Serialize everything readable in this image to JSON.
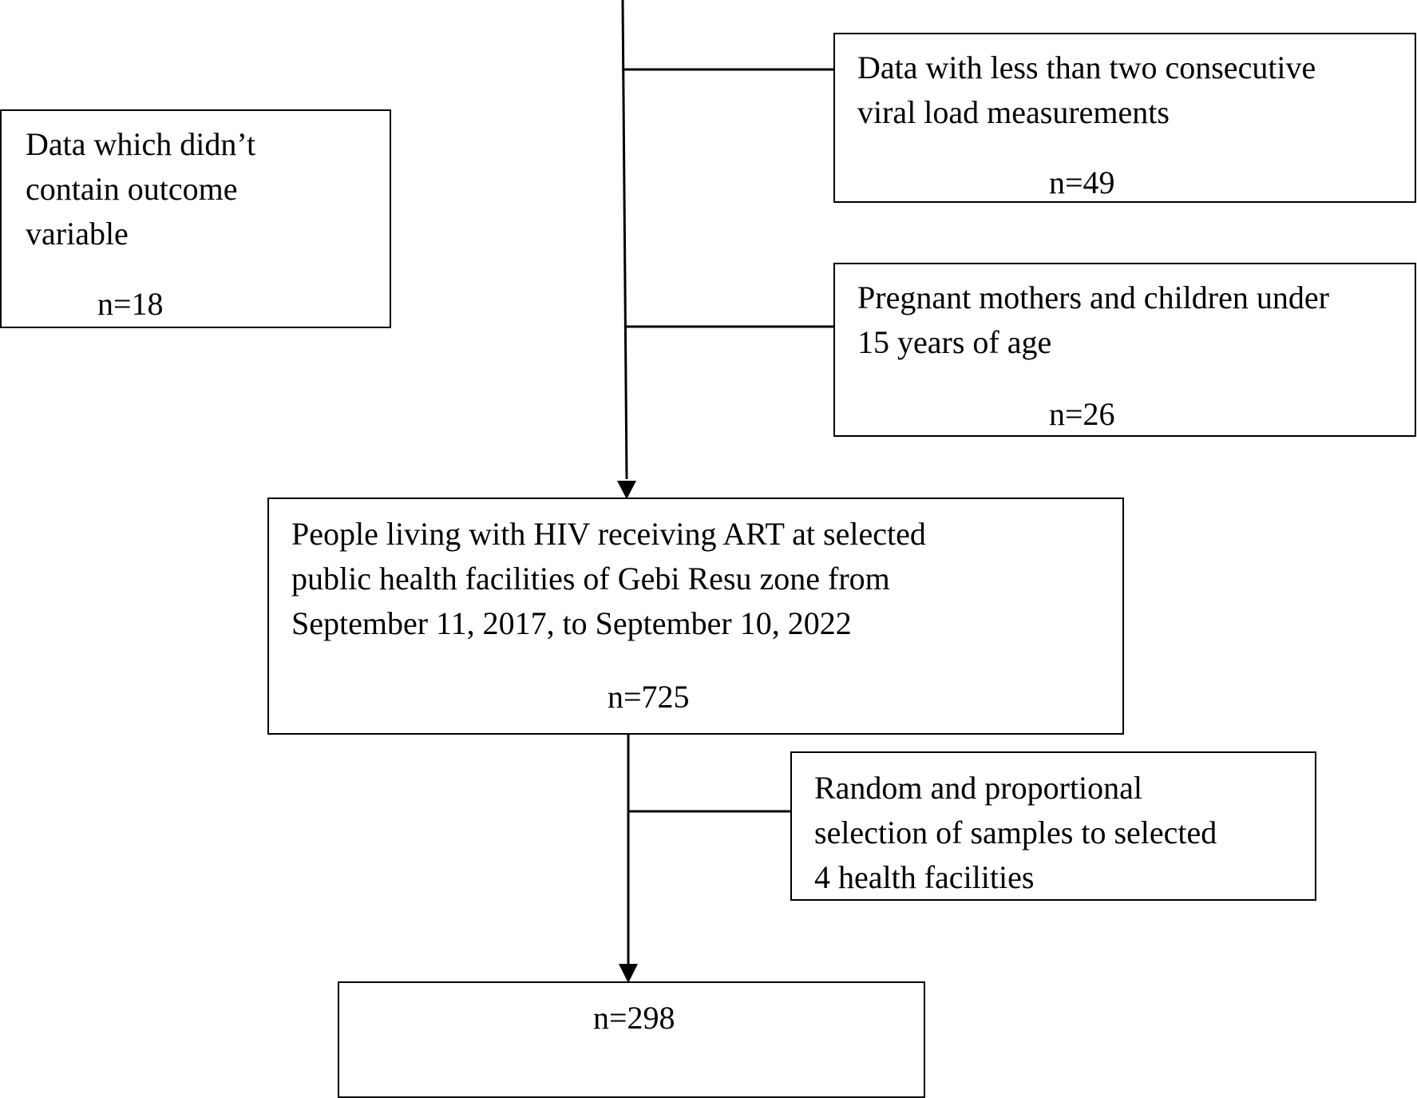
{
  "boxes": {
    "excluded_viral_load": {
      "text_lines": [
        "Data with less than two consecutive",
        "viral load measurements"
      ],
      "n": "n=49"
    },
    "excluded_outcome": {
      "text_lines": [
        "Data which didn’t",
        "contain outcome",
        "variable"
      ],
      "n": "n=18"
    },
    "excluded_pregnant": {
      "text_lines": [
        "Pregnant mothers and children under",
        "15 years of age"
      ],
      "n": "n=26"
    },
    "population": {
      "text_lines": [
        "People living with HIV receiving ART at selected",
        "public health facilities of Gebi Resu zone from",
        "September 11, 2017, to September 10, 2022"
      ],
      "n": "n=725"
    },
    "sampling": {
      "text_lines": [
        "Random and proportional",
        "selection of samples to selected",
        "4 health facilities"
      ]
    },
    "final_sample": {
      "n": "n=298"
    }
  }
}
